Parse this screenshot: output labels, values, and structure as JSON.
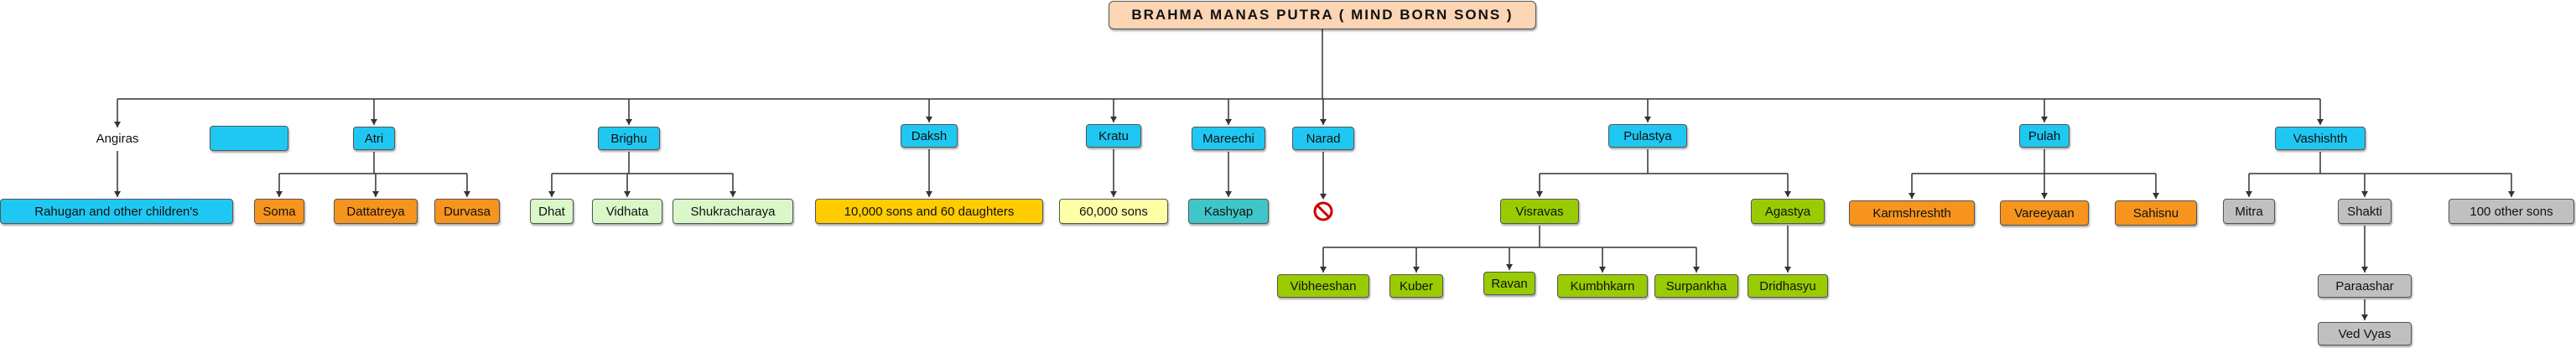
{
  "colors": {
    "cyan": "#1fc8f2",
    "orange": "#f7941d",
    "light_green": "#d9f7c8",
    "yellow": "#ffcc00",
    "pale_yellow": "#ffffa8",
    "teal": "#3fc6c8",
    "olive_green": "#99cc00",
    "gray": "#c0c0c0",
    "peach": "#fcd5b4",
    "line": "#333333",
    "no_sign": "#cc0000"
  },
  "diagram": {
    "root": "BRAHMA  MANAS  PUTRA   ( MIND  BORN  SONS )",
    "sons": {
      "angiras": "Angiras",
      "blank": "",
      "atri": "Atri",
      "brighu": "Brighu",
      "daksh": "Daksh",
      "kratu": "Kratu",
      "mareechi": "Mareechi",
      "narad": "Narad",
      "pulastya": "Pulastya",
      "pulah": "Pulah",
      "vashishth": "Vashishth"
    },
    "descendants": {
      "rahugan": "Rahugan and other children's",
      "soma": "Soma",
      "dattatreya": "Dattatreya",
      "durvasa": "Durvasa",
      "dhat": "Dhat",
      "vidhata": "Vidhata",
      "shukracharaya": "Shukracharaya",
      "daksh_children": "10,000 sons and 60 daughters",
      "kratu_children": "60,000 sons",
      "kashyap": "Kashyap",
      "visravas": "Visravas",
      "agastya": "Agastya",
      "vibheeshan": "Vibheeshan",
      "kuber": "Kuber",
      "ravan": "Ravan",
      "kumbhkarn": "Kumbhkarn",
      "surpankha": "Surpankha",
      "dridhasyu": "Dridhasyu",
      "karmshreshth": "Karmshreshth",
      "vareeyaan": "Vareeyaan",
      "sahisnu": "Sahisnu",
      "mitra": "Mitra",
      "shakti": "Shakti",
      "hundred_others": "100 other sons",
      "paraashar": "Paraashar",
      "ved_vyas": "Ved Vyas"
    },
    "no_children_icon": "prohibited-icon"
  }
}
